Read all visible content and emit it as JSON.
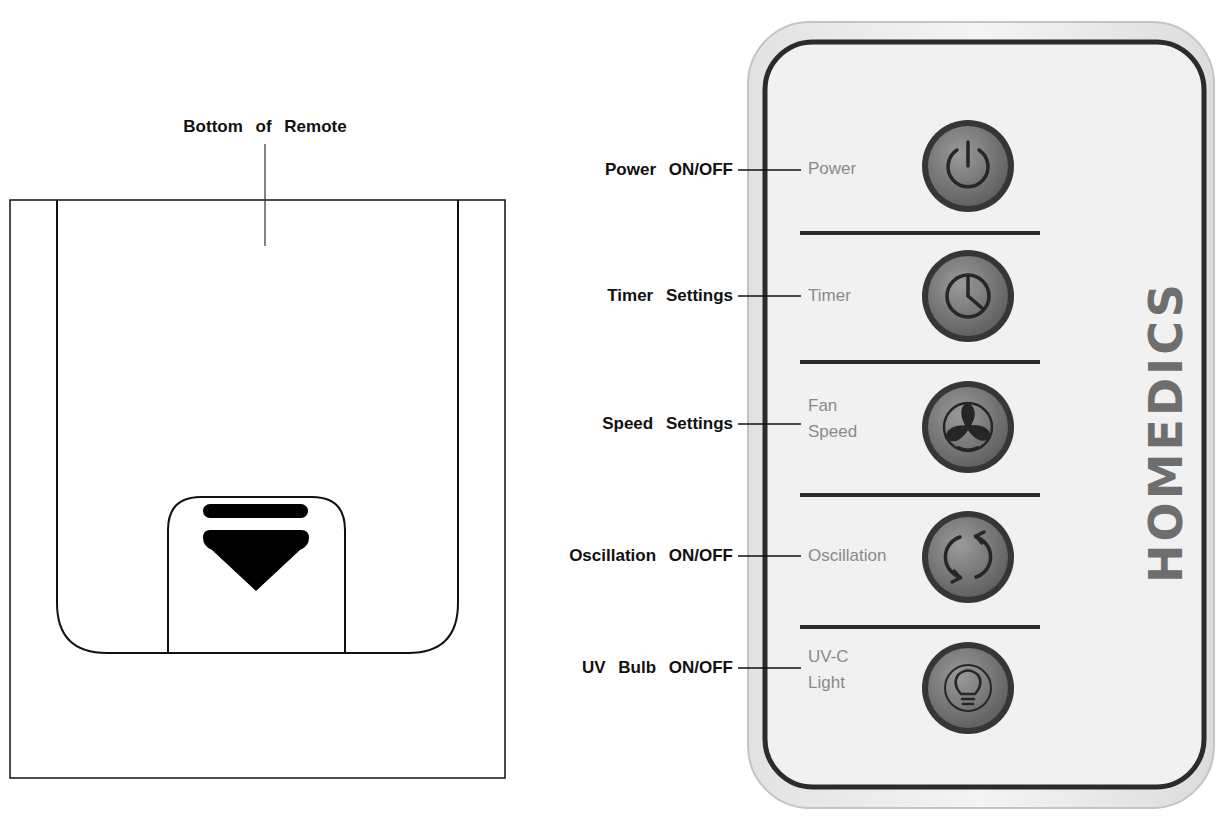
{
  "diagram": {
    "labels": [
      "Bottom of Remote",
      "Power ON/OFF",
      "Power",
      "Timer Settings",
      "Timer",
      "Speed Settings",
      "Fan Speed",
      "Oscillation ON/OFF",
      "Oscillation",
      "UV Bulb ON/OFF",
      "UV-C Light",
      "HOMEDICS"
    ]
  }
}
